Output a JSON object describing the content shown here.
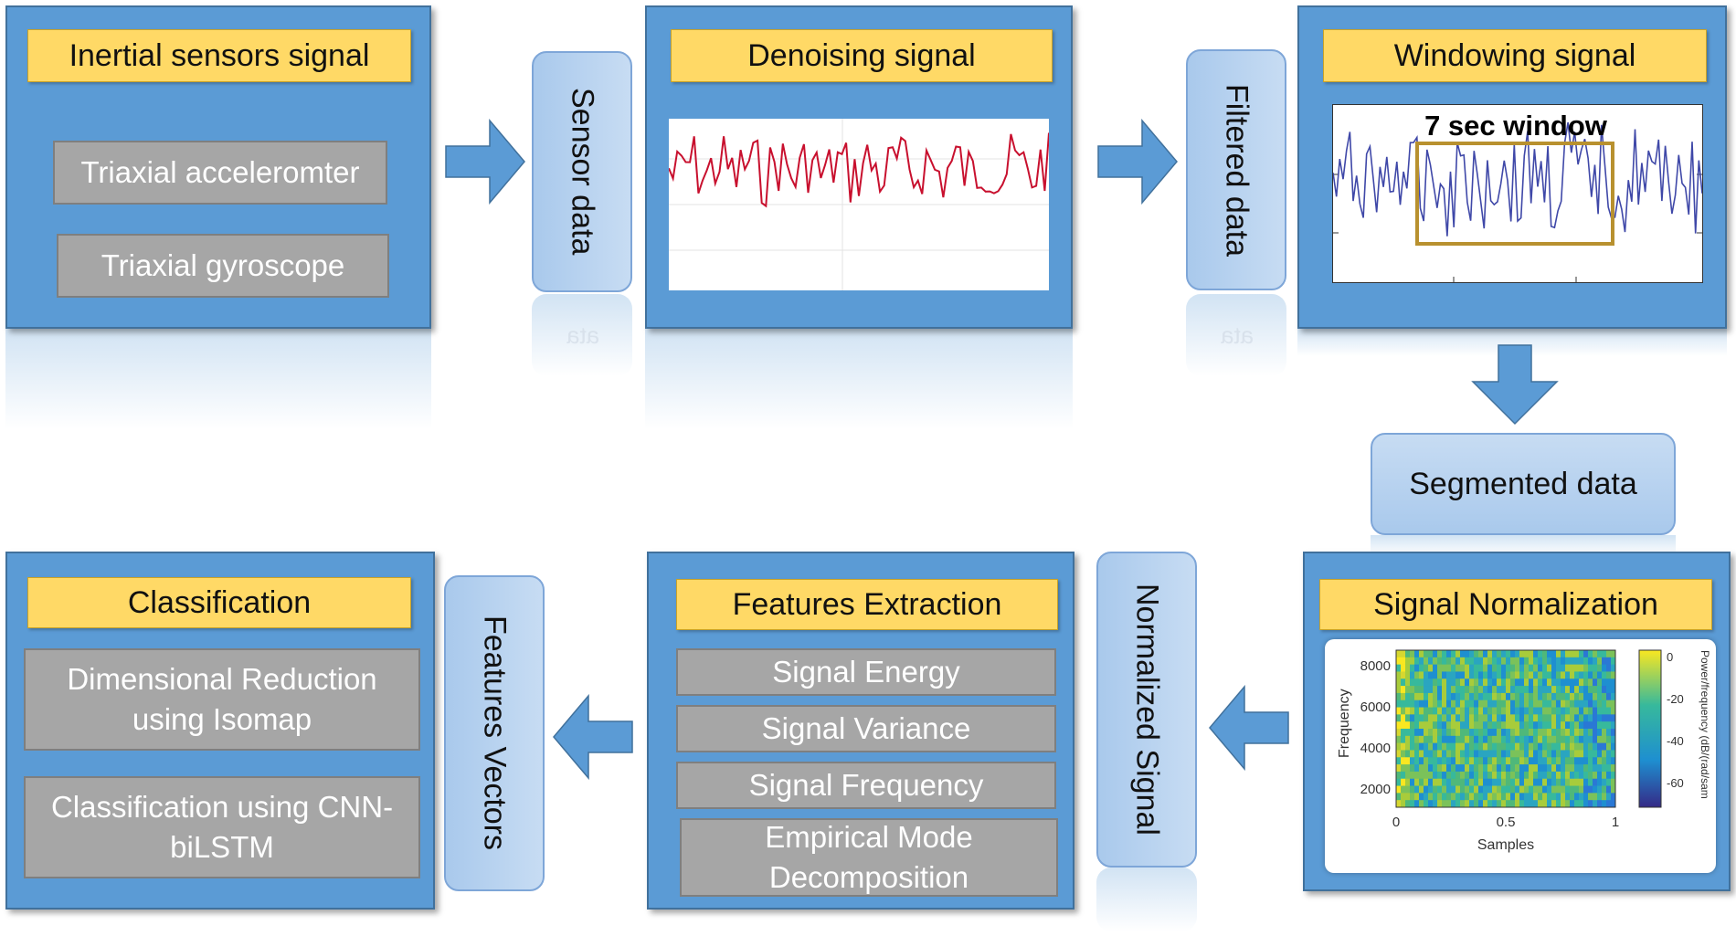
{
  "steps": {
    "inertial": {
      "title": "Inertial sensors signal",
      "items": [
        "Triaxial acceleromter",
        "Triaxial gyroscope"
      ]
    },
    "denoising": {
      "title": "Denoising signal"
    },
    "windowing": {
      "title": "Windowing signal",
      "window_label": "7 sec window"
    },
    "normalization": {
      "title": "Signal Normalization"
    },
    "features": {
      "title": "Features Extraction",
      "items": [
        "Signal Energy",
        "Signal Variance",
        "Signal Frequency",
        "Empirical Mode Decomposition"
      ]
    },
    "classification": {
      "title": "Classification",
      "items": [
        "Dimensional Reduction using Isomap",
        "Classification using CNN-biLSTM"
      ]
    }
  },
  "connectors": {
    "sensor_data": "Sensor data",
    "filtered_data": "Filtered data",
    "segmented_data": "Segmented data",
    "normalized_signal": "Normalized Signal",
    "features_vectors": "Features Vectors"
  },
  "spectrogram": {
    "ylabel": "Frequency",
    "xlabel": "Samples",
    "yticks": [
      "8000",
      "6000",
      "4000",
      "2000"
    ],
    "xticks": [
      "0",
      "0.5",
      "1"
    ],
    "colorbar_label": "Power/frequency (dB/(rad/sam",
    "colorbar_ticks": [
      "0",
      "-20",
      "-40",
      "-60"
    ]
  },
  "colors": {
    "panel": "#5b9bd5",
    "title_fill": "#ffd966",
    "denoise_line": "#c8102e",
    "window_line": "#3f48a8",
    "window_box": "#b8912f"
  }
}
